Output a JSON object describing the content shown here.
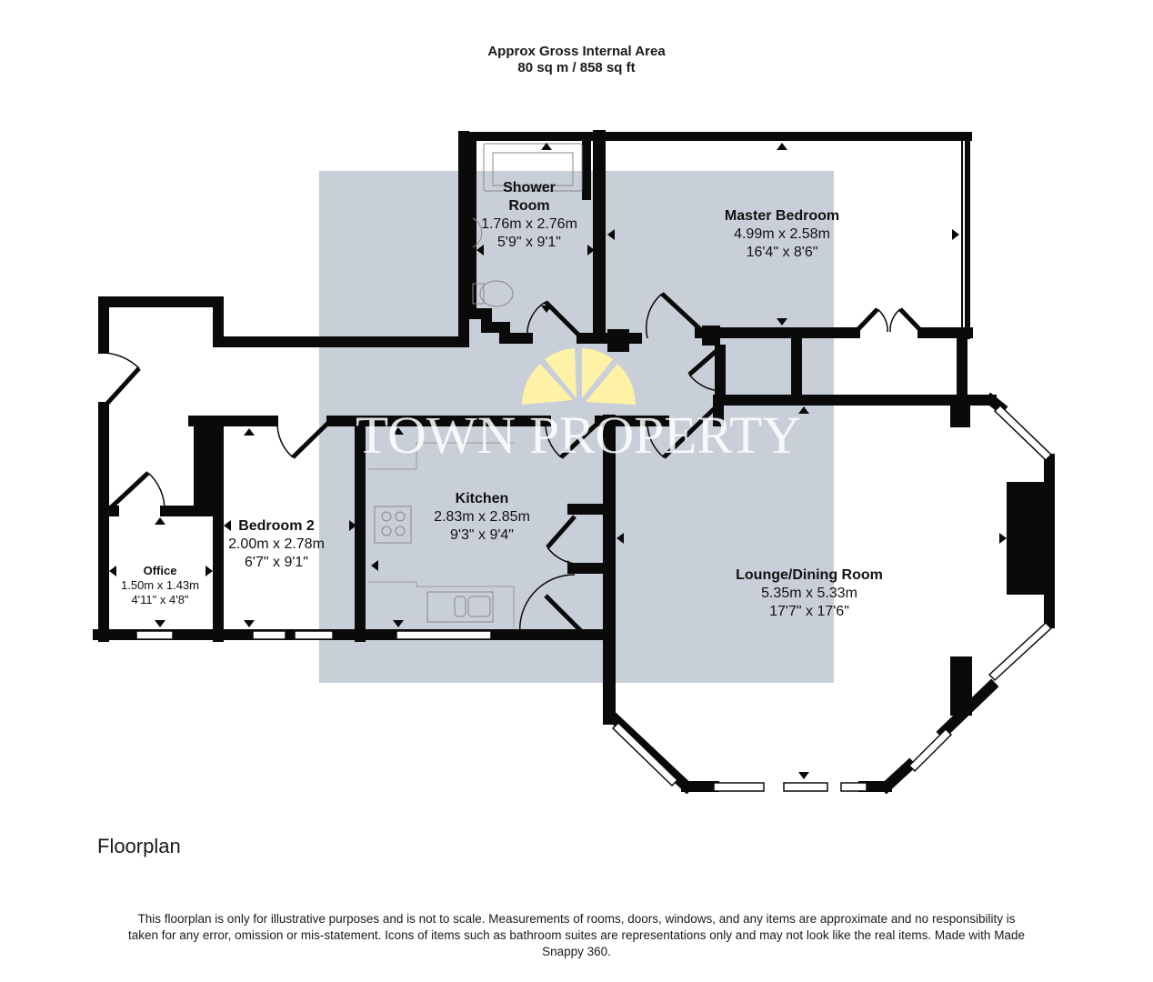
{
  "header": {
    "title": "Approx Gross Internal Area",
    "area": "80 sq m / 858 sq ft"
  },
  "watermark": {
    "text": "TOWN PROPERTY",
    "logo": "sunburst-logo",
    "logo_color": "#fdf2a6",
    "overlay_color": "#c9cfd8"
  },
  "rooms": [
    {
      "name": "Shower Room",
      "name_line1": "Shower",
      "name_line2": "Room",
      "metric": "1.76m x 2.76m",
      "imperial": "5'9\" x 9'1\""
    },
    {
      "name": "Master Bedroom",
      "metric": "4.99m x 2.58m",
      "imperial": "16'4\" x 8'6\""
    },
    {
      "name": "Kitchen",
      "metric": "2.83m x 2.85m",
      "imperial": "9'3\" x 9'4\""
    },
    {
      "name": "Bedroom 2",
      "metric": "2.00m x 2.78m",
      "imperial": "6'7\" x 9'1\""
    },
    {
      "name": "Office",
      "metric": "1.50m x 1.43m",
      "imperial": "4'11\" x 4'8\""
    },
    {
      "name": "Lounge/Dining Room",
      "metric": "5.35m x 5.33m",
      "imperial": "17'7\" x 17'6\""
    }
  ],
  "caption": "Floorplan",
  "disclaimer": "This floorplan is only for illustrative purposes and is not to scale. Measurements of rooms, doors, windows, and any items are approximate and no responsibility is taken for any error, omission or mis-statement. Icons of items such as bathroom suites are representations only and may not look like the real items. Made with Made Snappy 360.",
  "colors": {
    "wall": "#0a0a0a",
    "background": "#ffffff",
    "text": "#1a1a1a"
  }
}
